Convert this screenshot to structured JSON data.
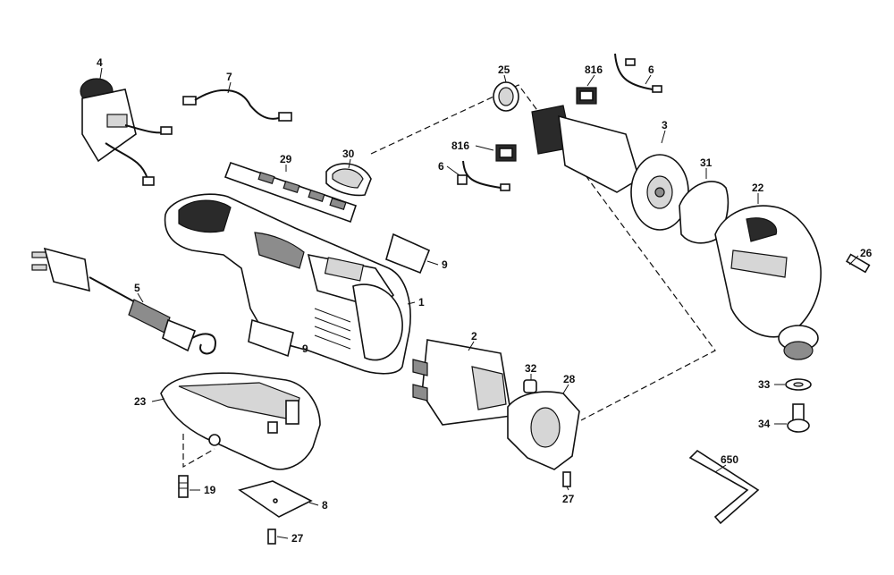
{
  "callouts": {
    "c4": "4",
    "c7": "7",
    "c25": "25",
    "c816a": "816",
    "c6a": "6",
    "c3": "3",
    "c816b": "816",
    "c6b": "6",
    "c30": "30",
    "c29": "29",
    "c31": "31",
    "c22": "22",
    "c26": "26",
    "c9a": "9",
    "c5": "5",
    "c1": "1",
    "c9b": "9",
    "c2": "2",
    "c32": "32",
    "c28": "28",
    "c33": "33",
    "c34": "34",
    "c23": "23",
    "c19": "19",
    "c650": "650",
    "c27a": "27",
    "c8": "8",
    "c27b": "27"
  }
}
